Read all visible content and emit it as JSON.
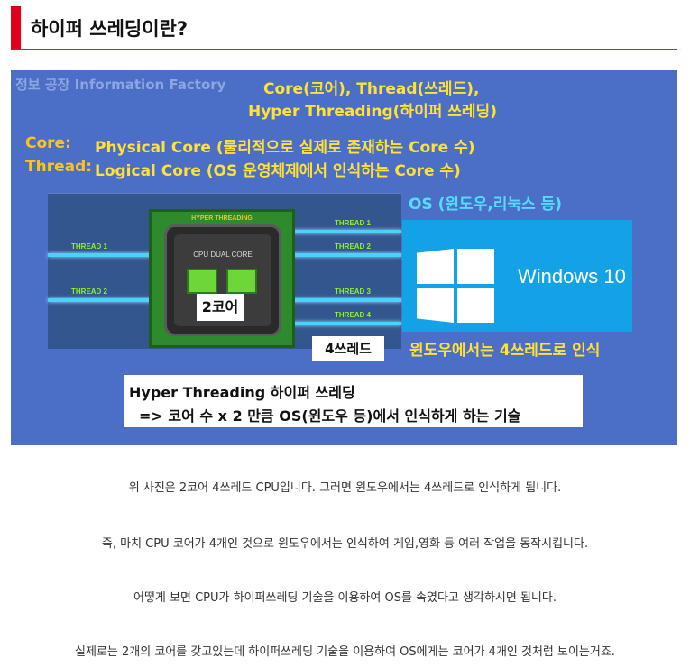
{
  "article": {
    "title": "하이퍼 쓰레딩이란?",
    "figure": {
      "watermark": "정보 공장 Information Factory",
      "headline_line1": "Core(코어), Thread(쓰레드),",
      "headline_line2": "Hyper Threading(하이퍼 쓰레딩)",
      "core_term": "Core:",
      "core_definition": "Physical Core (물리적으로 실제로 존재하는 Core 수)",
      "thread_term": "Thread:",
      "thread_definition": "Logical Core  (OS 운영체제에서 인식하는 Core 수)",
      "os_label": "OS (윈도우,리눅스 등)",
      "chip_top_label": "HYPER THREADING",
      "chip_label": "CPU DUAL CORE",
      "cores_label": "2코어",
      "threads_label": "4쓰레드",
      "thread_lanes_left": [
        "THREAD 1",
        "THREAD 2"
      ],
      "thread_lanes_right": [
        "THREAD 1",
        "THREAD 2",
        "THREAD 3",
        "THREAD 4"
      ],
      "windows_label": "Windows 10",
      "windows_caption": "윈도우에서는 4쓰레드로 인식",
      "summary_line1": "Hyper Threading 하이퍼 쓰레딩",
      "summary_line2": "=> 코어 수 x  2 만큼 OS(윈도우 등)에서 인식하게 하는 기술"
    },
    "paragraphs": [
      "위 사진은 2코어 4쓰레드 CPU입니다. 그러면 윈도우에서는 4쓰레드로 인식하게 됩니다.",
      "즉, 마치 CPU 코어가 4개인 것으로 윈도우에서는 인식하여 게임,영화 등 여러 작업을 동작시킵니다.",
      "어떻게 보면 CPU가 하이퍼쓰레딩 기술을 이용하여 OS를 속였다고 생각하시면 됩니다.",
      "실제로는 2개의 코어를 갖고있는데 하이퍼쓰레딩 기술을 이용하여 OS에게는 코어가 4개인 것처럼 보이는거죠."
    ]
  },
  "colors": {
    "accent_red": "#e0001b",
    "figure_bg": "#4b6fc6",
    "headline_yellow": "#ffe234",
    "term_orange": "#ffc21c",
    "os_cyan": "#52ddff",
    "windows_blue": "#14a2e6"
  }
}
